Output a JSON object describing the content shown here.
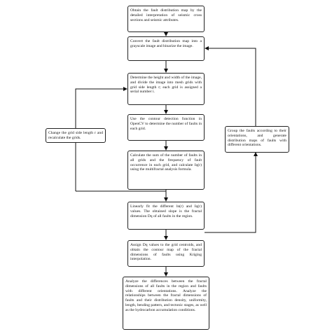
{
  "diagram": {
    "steps": [
      "Obtain the fault distribution map by the detailed interpretation of seismic cross sections and seismic attributes.",
      "Convert the fault distribution map into a grayscale image and binarize the image.",
      "Determine the height and width of the image, and divide the image into mesh grids with grid side length r; each grid is assigned a serial number i.",
      "Use the contour detection function in OpenCV to determine the number of faults in each grid.",
      "Calculate the sum of the number of faults in all grids and the frequency of fault occurrence in each grid, and calculate Iq(r) using the multifractal analysis formula.",
      "Linearly fit the different ln(r) and Iq(r) values. The obtained slope is the fractal dimension Dq of all faults in the region.",
      "Assign Dq values to the grid centroids, and obtain the contour map of the fractal dimensions of faults using Kriging interpolation.",
      "Analyze the differences between the fractal dimensions of all faults in the region and faults with different orientations. Analyze the relationships between the fractal dimensions of faults and their distribution density, uniformity, length, bending pattern, and tectonic stages, as well as the hydrocarbon accumulation conditions."
    ],
    "left_loop": "Change the grid side length r and recalculate the grids.",
    "right_loop": "Group the faults according to their orientations, and generate distribution maps of faults with different orientations."
  }
}
